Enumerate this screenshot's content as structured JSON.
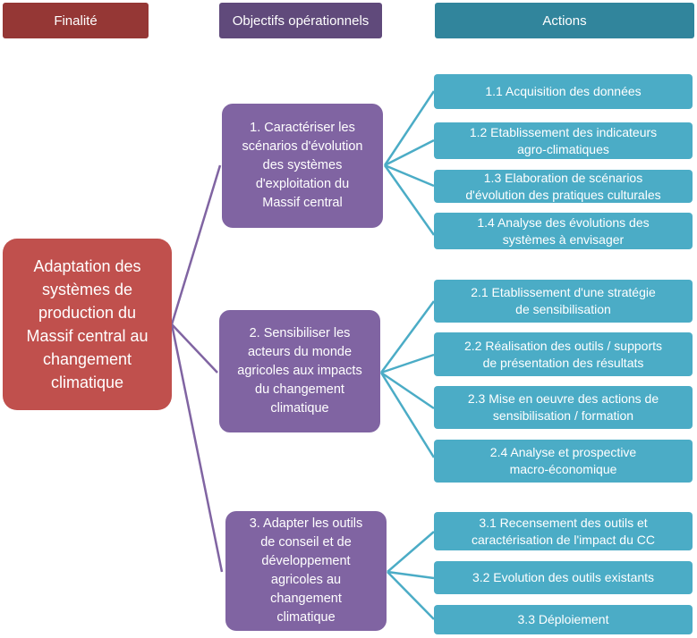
{
  "colors": {
    "header_finalite": "#953735",
    "header_objectifs": "#604A7B",
    "header_actions": "#31859C",
    "finalite_box": "#C0504D",
    "objective_box": "#8064A2",
    "action_box": "#4BACC6",
    "connector_root": "#8064A2",
    "connector_objective": "#4BACC6"
  },
  "headers": {
    "finalite": "Finalité",
    "objectifs": "Objectifs opérationnels",
    "actions": "Actions"
  },
  "root": {
    "text": "Adaptation des\nsystèmes de\nproduction du\nMassif central au\nchangement\nclimatique"
  },
  "objectives": [
    {
      "text": "1. Caractériser les\nscénarios d'évolution\ndes systèmes\nd'exploitation du\nMassif central",
      "actions": [
        "1.1 Acquisition des données",
        "1.2 Etablissement des indicateurs\nagro-climatiques",
        "1.3 Elaboration de scénarios\nd'évolution des pratiques culturales",
        "1.4 Analyse des évolutions des\nsystèmes à envisager"
      ]
    },
    {
      "text": "2. Sensibiliser les\nacteurs du monde\nagricoles aux impacts\ndu changement\nclimatique",
      "actions": [
        "2.1 Etablissement d'une stratégie\nde sensibilisation",
        "2.2 Réalisation des outils / supports\nde présentation des résultats",
        "2.3 Mise en oeuvre des actions de\nsensibilisation / formation",
        "2.4 Analyse et prospective\nmacro-économique"
      ]
    },
    {
      "text": "3. Adapter les outils\nde conseil et de\ndéveloppement\nagricoles au\nchangement\nclimatique",
      "actions": [
        "3.1 Recensement des outils et\ncaractérisation de l'impact du CC",
        "3.2 Evolution des outils existants",
        "3.3 Déploiement"
      ]
    }
  ]
}
